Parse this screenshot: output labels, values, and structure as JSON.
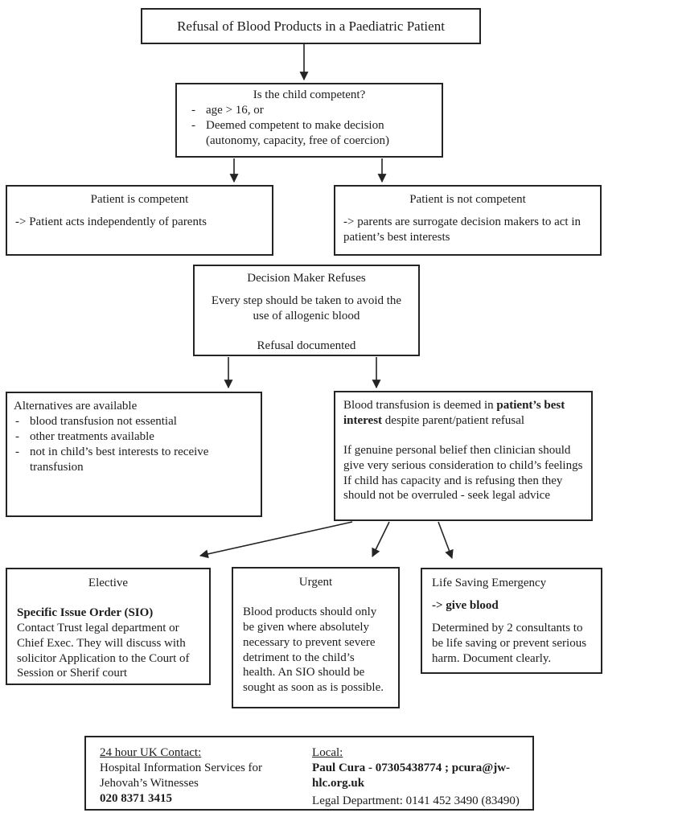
{
  "bullet_char": "-",
  "title_box": {
    "title": "Refusal of Blood Products in a Paediatric Patient"
  },
  "question_box": {
    "heading": "Is the child competent?",
    "bullets": [
      "age > 16, or",
      "Deemed competent to make decision (autonomy, capacity, free of coercion)"
    ]
  },
  "competent_box": {
    "heading": "Patient is competent",
    "body": "-> Patient acts independently of parents"
  },
  "not_competent_box": {
    "heading": "Patient is not competent",
    "body": "-> parents are surrogate decision makers to act in patient’s best interests"
  },
  "decision_box": {
    "heading": "Decision Maker Refuses",
    "line1": "Every step should be taken to avoid the use of allogenic blood",
    "line2": "Refusal documented"
  },
  "alternatives_box": {
    "heading": "Alternatives are available",
    "bullets": [
      "blood transfusion not essential",
      "other treatments available",
      "not in child’s best interests to receive transfusion"
    ]
  },
  "transfusion_box": {
    "line1_pre": "Blood transfusion is deemed in ",
    "line1_bold": "patient’s best interest",
    "line1_post": " despite parent/patient refusal",
    "para2_line1": "If genuine personal belief then clinician should give very serious consideration to child’s feelings",
    "para2_line2": "If child has capacity and is refusing then they should not be overruled - seek legal advice"
  },
  "elective_box": {
    "heading": "Elective",
    "bold_line": "Specific Issue Order (SIO)",
    "body": "Contact Trust legal department or Chief Exec. They will discuss with solicitor Application to the Court of Session or Sherif court"
  },
  "urgent_box": {
    "heading": "Urgent",
    "body": "Blood products should only be given where absolutely necessary to prevent severe detriment to the child’s health. An SIO should be sought as soon as is possible."
  },
  "emergency_box": {
    "heading": "Life Saving Emergency",
    "bold_line": "-> give blood",
    "body": "Determined by 2 consultants to be life saving or prevent serious harm. Document clearly."
  },
  "contact_box": {
    "uk_heading": "24 hour UK Contact:",
    "uk_org": "Hospital Information Services for Jehovah’s Witnesses",
    "uk_phone": "020 8371 3415",
    "local_heading": "Local:",
    "local_contact": "Paul Cura - 07305438774 ; pcura@jw-hlc.org.uk",
    "local_legal": "Legal Department: 0141 452 3490 (83490)"
  },
  "colors": {
    "line": "#242424",
    "text": "#1c1c1c",
    "background": "#ffffff"
  }
}
